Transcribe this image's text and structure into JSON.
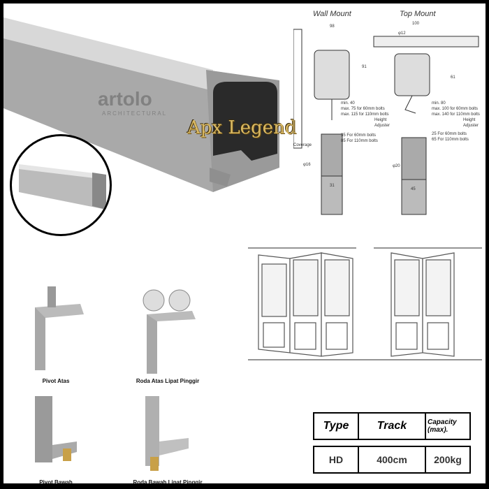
{
  "watermark": {
    "text": "Apx Legend",
    "brand_logo": "artolo",
    "brand_sub": "ARCHITECTURAL"
  },
  "diagram": {
    "wall_mount": {
      "title": "Wall Mount",
      "width": "98",
      "height": "91",
      "notes": [
        "min. 40",
        "max. 75 for 60mm bolts",
        "max. 115 for 110mm bolts"
      ],
      "adjuster": "Height Adjuster",
      "bolts": [
        "35 For 60mm bolts",
        "85 For 110mm bolts"
      ],
      "coverage": "Coverage",
      "phi": "φ16",
      "bottom": "31"
    },
    "top_mount": {
      "title": "Top Mount",
      "width": "100",
      "phi_top": "φ12",
      "height": "61",
      "notes": [
        "min. 80",
        "max. 100 for 60mm bolts",
        "max. 140 for 110mm bolts"
      ],
      "adjuster": "Height Adjuster",
      "bolts": [
        "25 For 60mm bolts",
        "65 For 110mm bolts"
      ],
      "phi": "φ20",
      "bottom": "45"
    }
  },
  "parts": [
    {
      "label": "Pivot Atas"
    },
    {
      "label": "Roda Atas Lipat Pinggir"
    },
    {
      "label": "Pivot Bawah"
    },
    {
      "label": "Roda Bawah Lipat Pinggir"
    }
  ],
  "spec_table": {
    "headers": [
      "Type",
      "Track",
      "Capacity (max)."
    ],
    "row": [
      "HD",
      "400cm",
      "200kg"
    ]
  }
}
